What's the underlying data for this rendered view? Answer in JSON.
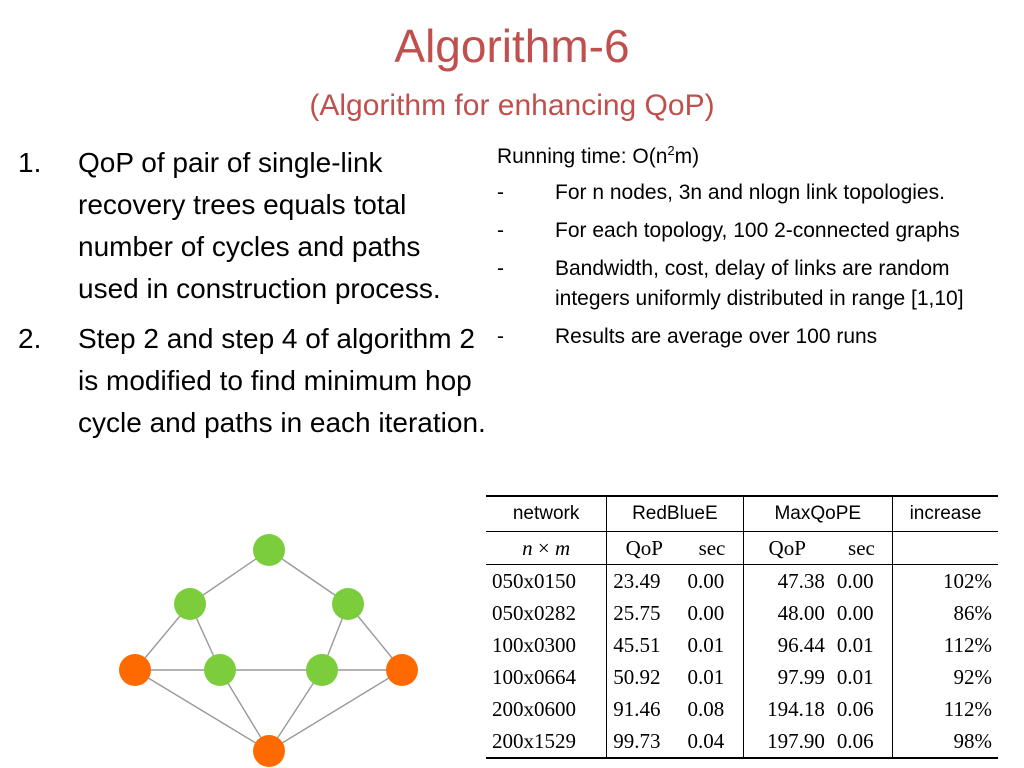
{
  "slide": {
    "title": "Algorithm-6",
    "subtitle": "(Algorithm for enhancing QoP)"
  },
  "left_list": [
    {
      "num": "1.",
      "text": "QoP of pair of single-link recovery trees equals total number of cycles and paths used in construction process."
    },
    {
      "num": "2.",
      "text": "Step 2 and step 4 of algorithm 2 is modified to find minimum hop cycle and paths in each iteration."
    }
  ],
  "right": {
    "running_time_prefix": "Running time: O(n",
    "running_time_sup": "2",
    "running_time_suffix": "m)",
    "bullets": [
      {
        "dash": "-",
        "text": "For n nodes, 3n and nlogn link topologies."
      },
      {
        "dash": "-",
        "text": "For each topology, 100 2-connected graphs"
      },
      {
        "dash": "-",
        "text": "Bandwidth, cost, delay of links are random integers uniformly distributed in  range [1,10]"
      },
      {
        "dash": "-",
        "text": "Results are average over 100 runs"
      }
    ]
  },
  "table": {
    "headers": {
      "network": "network",
      "redbluee": "RedBlueE",
      "maxqope": "MaxQoPE",
      "increase": "increase"
    },
    "subheaders": {
      "n": "n",
      "times": "×",
      "m": "m",
      "qop1": "QoP",
      "sec1": "sec",
      "qop2": "QoP",
      "sec2": "sec"
    },
    "rows": [
      {
        "network": "050x0150",
        "rb_qop": "23.49",
        "rb_sec": "0.00",
        "mq_qop": "47.38",
        "mq_sec": "0.00",
        "inc": "102%"
      },
      {
        "network": "050x0282",
        "rb_qop": "25.75",
        "rb_sec": "0.00",
        "mq_qop": "48.00",
        "mq_sec": "0.00",
        "inc": "86%"
      },
      {
        "network": "100x0300",
        "rb_qop": "45.51",
        "rb_sec": "0.01",
        "mq_qop": "96.44",
        "mq_sec": "0.01",
        "inc": "112%"
      },
      {
        "network": "100x0664",
        "rb_qop": "50.92",
        "rb_sec": "0.01",
        "mq_qop": "97.99",
        "mq_sec": "0.01",
        "inc": "92%"
      },
      {
        "network": "200x0600",
        "rb_qop": "91.46",
        "rb_sec": "0.08",
        "mq_qop": "194.18",
        "mq_sec": "0.06",
        "inc": "112%"
      },
      {
        "network": "200x1529",
        "rb_qop": "99.73",
        "rb_sec": "0.04",
        "mq_qop": "197.90",
        "mq_sec": "0.06",
        "inc": "98%"
      }
    ]
  },
  "graph": {
    "colors": {
      "green": "#7ccd3c",
      "orange": "#ff6a00",
      "edge": "#999999"
    },
    "nodes": [
      {
        "id": "top",
        "color": "green"
      },
      {
        "id": "upper-left",
        "color": "green"
      },
      {
        "id": "upper-right",
        "color": "green"
      },
      {
        "id": "left",
        "color": "orange"
      },
      {
        "id": "mid-left",
        "color": "green"
      },
      {
        "id": "mid-right",
        "color": "green"
      },
      {
        "id": "right",
        "color": "orange"
      },
      {
        "id": "bottom",
        "color": "orange"
      }
    ]
  }
}
